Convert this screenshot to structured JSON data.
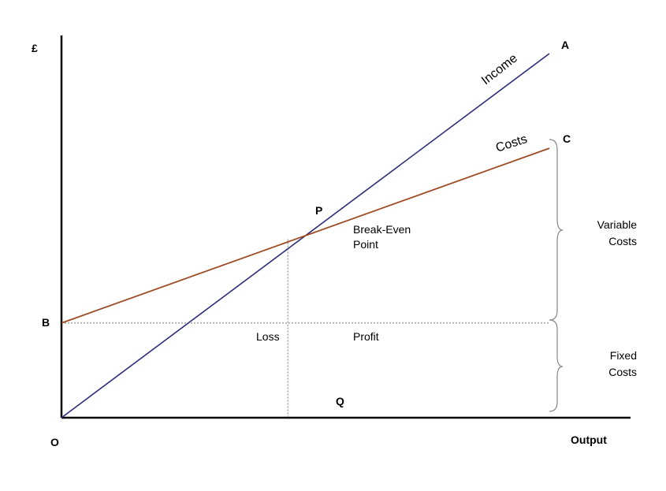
{
  "chart_data": {
    "type": "line",
    "title": "",
    "ylabel": "£",
    "xlabel": "Output",
    "origin_label": "O",
    "series": [
      {
        "name": "Income",
        "end_label": "A",
        "color": "#2b2d7a",
        "points": [
          [
            0,
            0
          ],
          [
            10,
            1
          ]
        ]
      },
      {
        "name": "Costs",
        "end_label": "C",
        "color": "#9e4a22",
        "points": [
          [
            0,
            0.26
          ],
          [
            10,
            0.74
          ]
        ]
      }
    ],
    "reference_lines": [
      {
        "label": "B",
        "orientation": "horizontal",
        "value": 0.26
      },
      {
        "label": "Q",
        "orientation": "vertical",
        "value": 4.64
      }
    ],
    "break_even": {
      "label": "P",
      "text_line1": "Break-Even",
      "text_line2": "Point",
      "x": 4.64,
      "y": 0.49
    },
    "regions": {
      "loss": "Loss",
      "profit": "Profit"
    },
    "braces": {
      "variable": {
        "line1": "Variable",
        "line2": "Costs"
      },
      "fixed": {
        "line1": "Fixed",
        "line2": "Costs"
      }
    },
    "grid": false,
    "legend": "none"
  }
}
